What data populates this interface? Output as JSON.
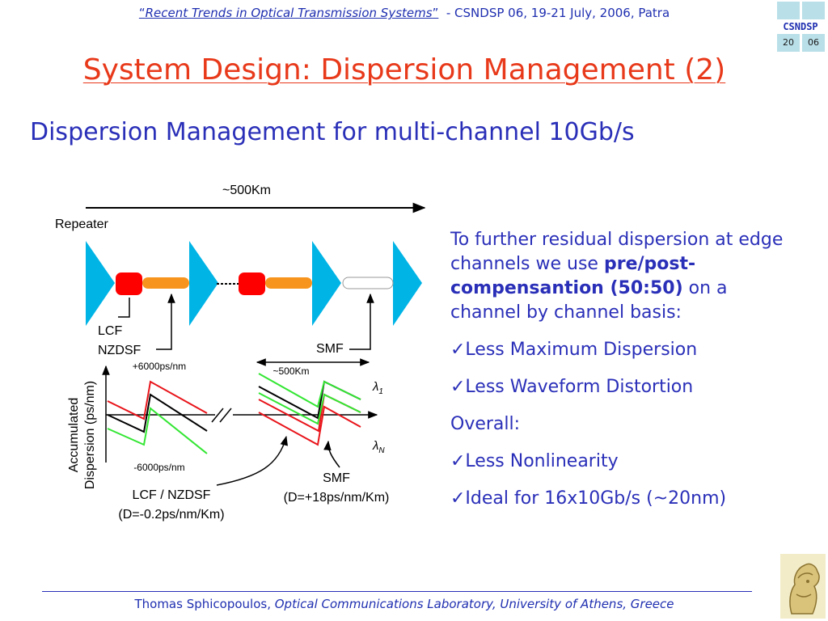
{
  "header": {
    "quote_open": "“",
    "conference_title": "Recent Trends in Optical Transmission Systems",
    "quote_close": "”",
    "conference_info": "  - CSNDSP 06, 19-21 July, 2006, Patra"
  },
  "logo": {
    "text": "CSNDSP",
    "left_num": "20",
    "right_num": "06"
  },
  "slide": {
    "title": "System Design: Dispersion Management (2)",
    "subtitle": "Dispersion Management for multi-channel 10Gb/s"
  },
  "diagram": {
    "span_label": "~500Km",
    "repeater_label": "Repeater",
    "lcf_label": "LCF",
    "nzdsf_label": "NZDSF",
    "smf_top_label": "SMF",
    "pos_disp": "+6000ps/nm",
    "neg_disp": "-6000ps/nm",
    "span2_label": "~500Km",
    "lambda1": "λ",
    "lambda1_sub": "1",
    "lambdaN": "λ",
    "lambdaN_sub": "N",
    "y_axis_line1": "Accumulated",
    "y_axis_line2": "Dispersion (ps/nm)",
    "lcf_nzdsf_label": "LCF / NZDSF",
    "lcf_nzdsf_value": "(D=-0.2ps/nm/Km)",
    "smf_bottom_label": "SMF",
    "smf_value": "(D=+18ps/nm/Km)"
  },
  "bullets": {
    "intro_start": "To further residual dispersion at edge channels we use ",
    "intro_bold": "pre/post-compensantion (50:50)",
    "intro_end": " on a channel by channel basis:",
    "item1": "✓Less Maximum Dispersion",
    "item2": "✓Less Waveform Distortion",
    "overall": "Overall:",
    "item3": "✓Less Nonlinearity",
    "item4": "✓Ideal for 16x10Gb/s (~20nm)"
  },
  "footer": {
    "author": "Thomas Sphicopoulos, ",
    "affiliation": "Optical Communications Laboratory, University of Athens, Greece"
  },
  "colors": {
    "title": "#e8391a",
    "text_blue": "#2a2fb8",
    "repeater": "#00b4e6",
    "lcf": "#ff0000",
    "nzdsf": "#f7941d",
    "trace_red": "#e8141a",
    "trace_green": "#33e633"
  }
}
